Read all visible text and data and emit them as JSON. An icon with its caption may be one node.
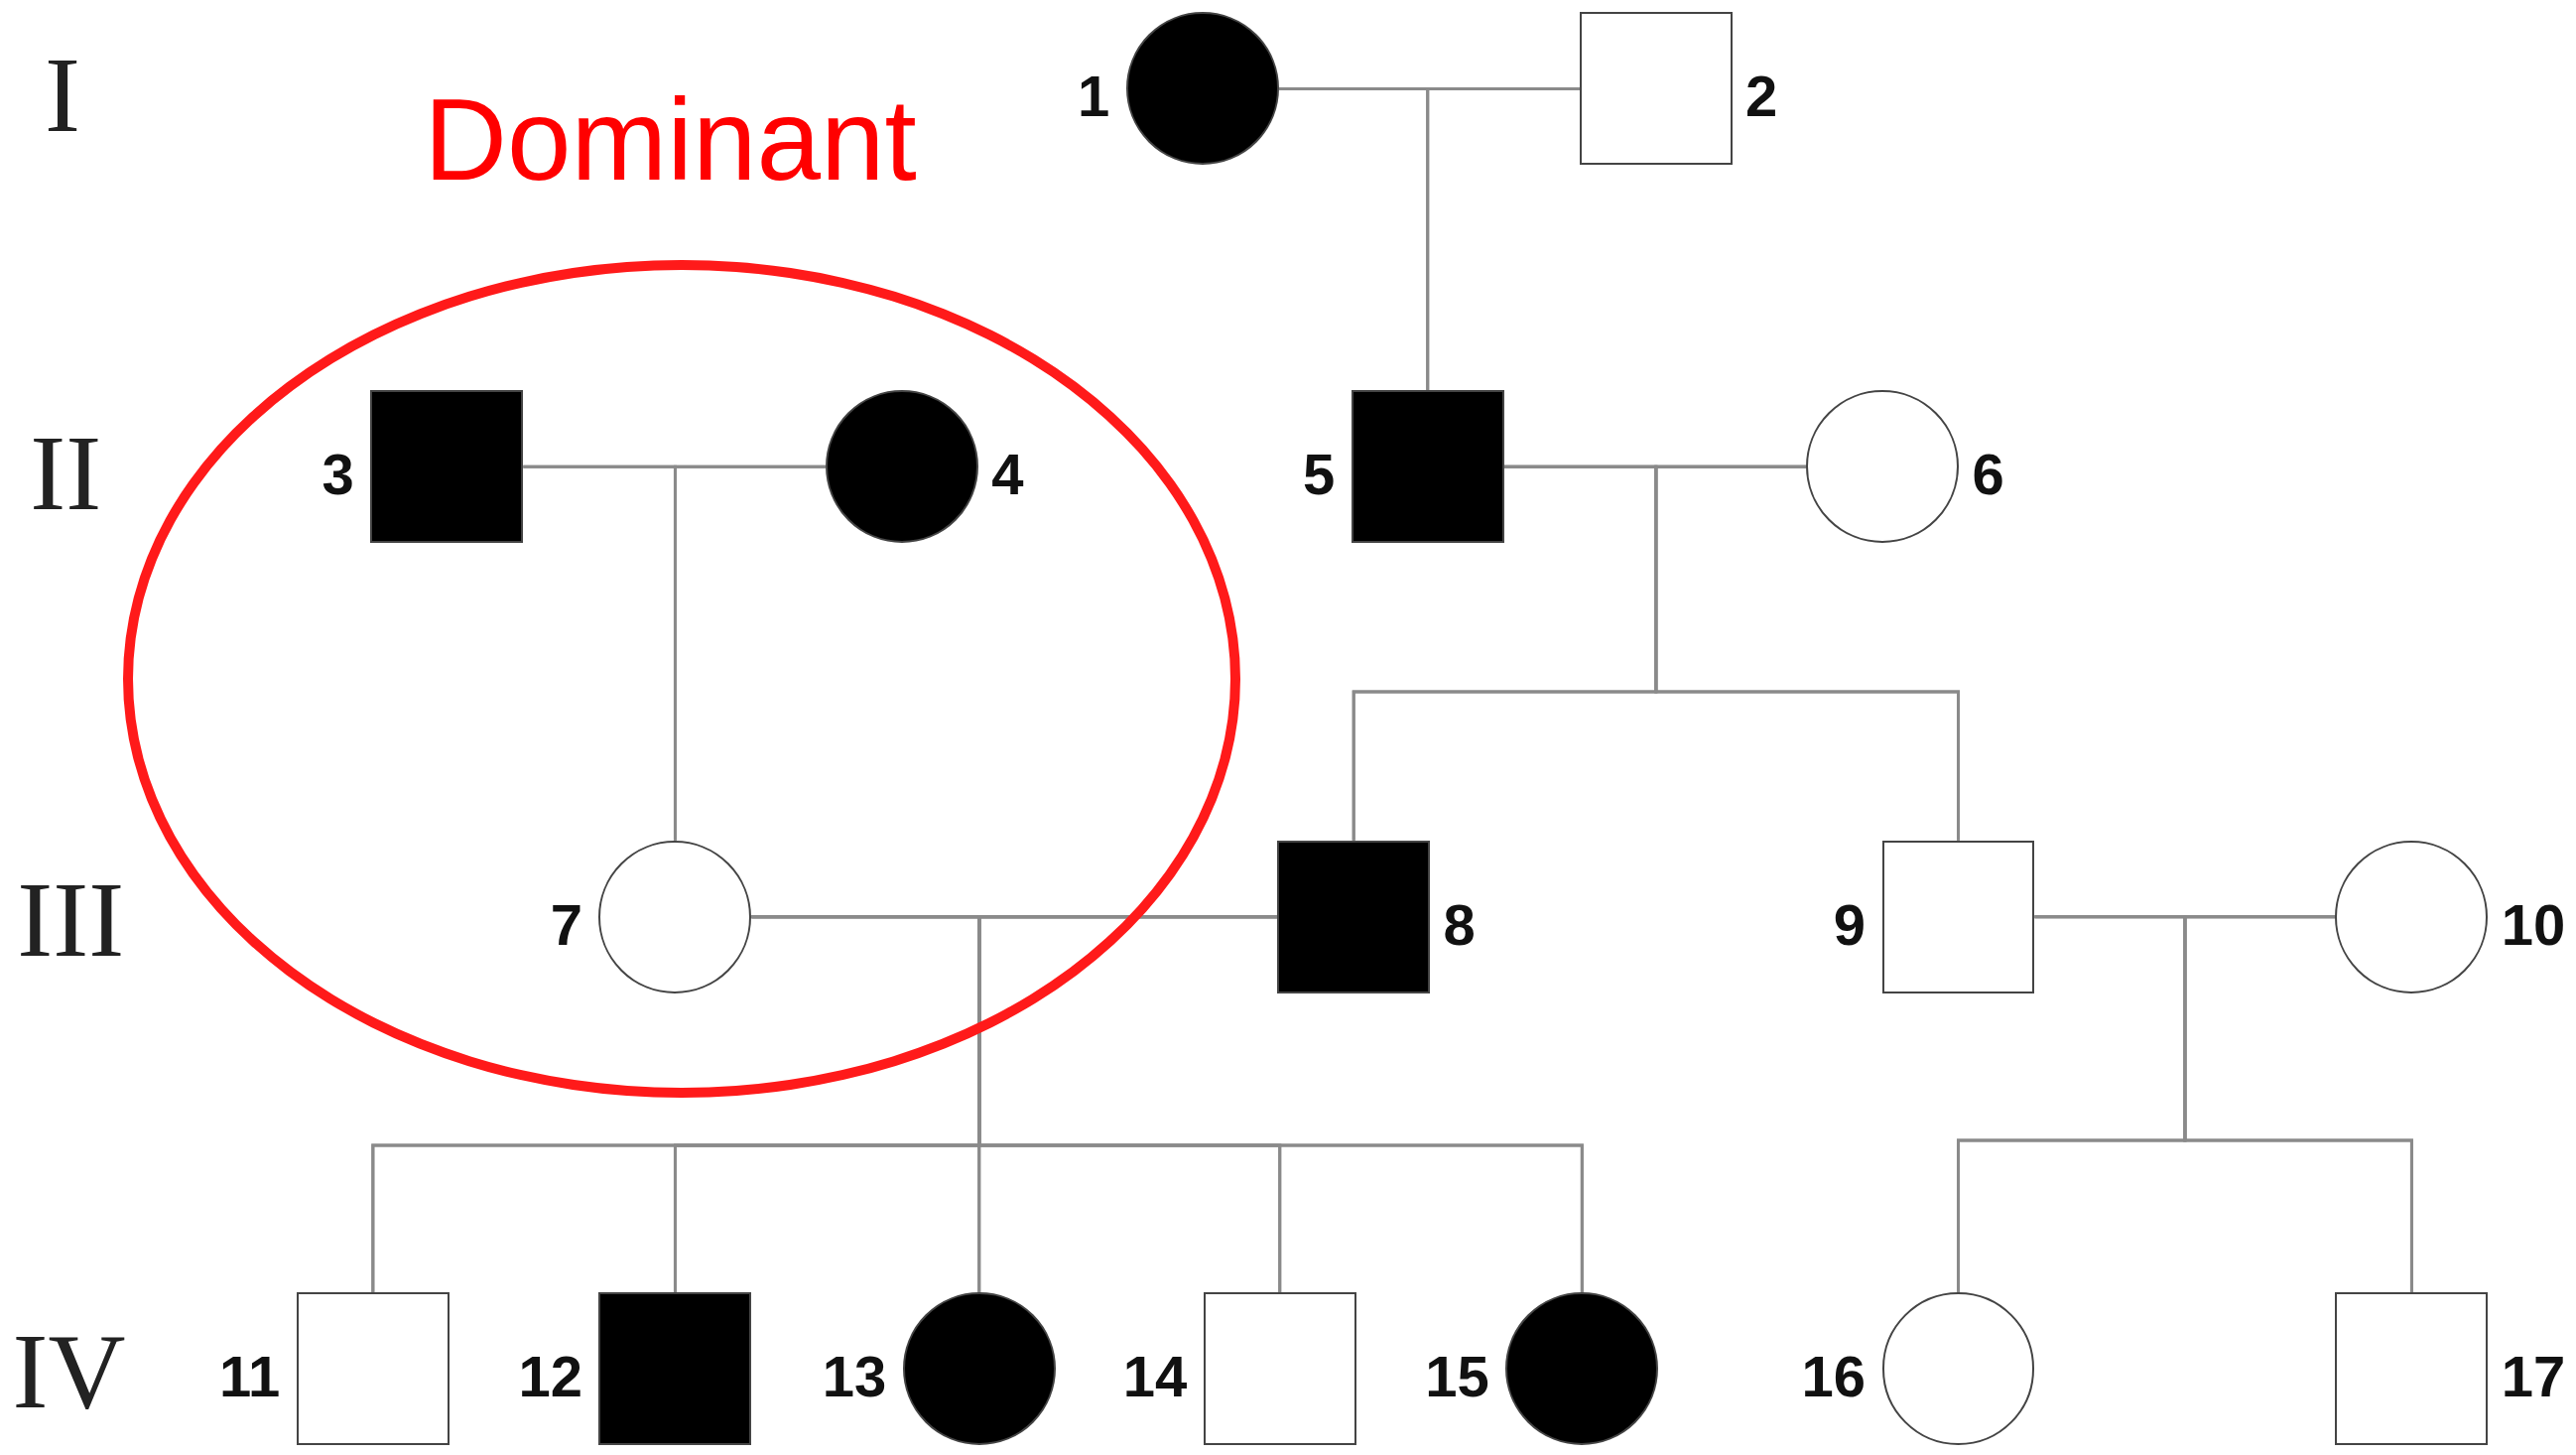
{
  "diagram": {
    "nodes": [
      {
        "text": [],
        "shape": "circle",
        "beside": [
          "1"
        ]
      },
      {
        "text": [],
        "shape": "box",
        "beside": [
          "2"
        ]
      },
      {
        "text": [],
        "shape": "ellipse"
      },
      {
        "text": [],
        "shape": "box",
        "beside": [
          "3"
        ],
        "in": 2
      },
      {
        "text": [],
        "shape": "circle",
        "beside": [
          "4"
        ],
        "in": 2
      },
      {
        "text": [],
        "shape": "box",
        "beside": [
          "5"
        ]
      },
      {
        "text": [],
        "shape": "circle",
        "beside": [
          "6"
        ]
      },
      {
        "text": [],
        "shape": "circle",
        "beside": [
          "7"
        ],
        "in": 2
      },
      {
        "text": [],
        "shape": "box",
        "beside": [
          "8"
        ]
      },
      {
        "text": [],
        "shape": "box",
        "beside": [
          "9"
        ]
      },
      {
        "text": [],
        "shape": "circle",
        "beside": [
          "10"
        ]
      },
      {
        "text": [],
        "shape": "box",
        "beside": [
          "11"
        ]
      },
      {
        "text": [],
        "shape": "box",
        "beside": [
          "12"
        ]
      },
      {
        "text": [],
        "shape": "circle",
        "beside": [
          "13"
        ]
      },
      {
        "text": [],
        "shape": "box",
        "beside": [
          "14"
        ]
      },
      {
        "text": [],
        "shape": "circle",
        "beside": [
          "15"
        ]
      },
      {
        "text": [],
        "shape": "circle",
        "beside": [
          "16"
        ]
      },
      {
        "text": [],
        "shape": "box",
        "beside": [
          "17"
        ]
      }
    ],
    "edges": [
      {
        "from": 0,
        "to": 1,
        "arrow": "none"
      },
      {
        "from": 0,
        "to": 5,
        "arrow": "none"
      },
      {
        "from": 1,
        "to": 5,
        "arrow": "none"
      },
      {
        "from": 3,
        "to": 4,
        "arrow": "none"
      },
      {
        "from": 3,
        "to": 7,
        "arrow": "none"
      },
      {
        "from": 4,
        "to": 7,
        "arrow": "none"
      },
      {
        "from": 5,
        "to": 6,
        "arrow": "none"
      },
      {
        "from": 5,
        "to": 8,
        "arrow": "none"
      },
      {
        "from": 6,
        "to": 8,
        "arrow": "none"
      },
      {
        "from": 5,
        "to": 9,
        "arrow": "none"
      },
      {
        "from": 6,
        "to": 9,
        "arrow": "none"
      },
      {
        "from": 7,
        "to": 8,
        "arrow": "none"
      },
      {
        "from": 7,
        "to": 11,
        "arrow": "none"
      },
      {
        "from": 8,
        "to": 11,
        "arrow": "none"
      },
      {
        "from": 7,
        "to": 12,
        "arrow": "none"
      },
      {
        "from": 8,
        "to": 12,
        "arrow": "none"
      },
      {
        "from": 7,
        "to": 13,
        "arrow": "none"
      },
      {
        "from": 8,
        "to": 13,
        "arrow": "none"
      },
      {
        "from": 7,
        "to": 14,
        "arrow": "none"
      },
      {
        "from": 8,
        "to": 14,
        "arrow": "none"
      },
      {
        "from": 7,
        "to": 15,
        "arrow": "none"
      },
      {
        "from": 8,
        "to": 15,
        "arrow": "none"
      },
      {
        "from": 9,
        "to": 10,
        "arrow": "none"
      },
      {
        "from": 9,
        "to": 16,
        "arrow": "none"
      },
      {
        "from": 10,
        "to": 16,
        "arrow": "none"
      },
      {
        "from": 9,
        "to": 17,
        "arrow": "none"
      },
      {
        "from": 10,
        "to": 17,
        "arrow": "none"
      }
    ],
    "labels": [
      "I",
      "Dominant",
      "II",
      "III",
      "IV"
    ]
  }
}
